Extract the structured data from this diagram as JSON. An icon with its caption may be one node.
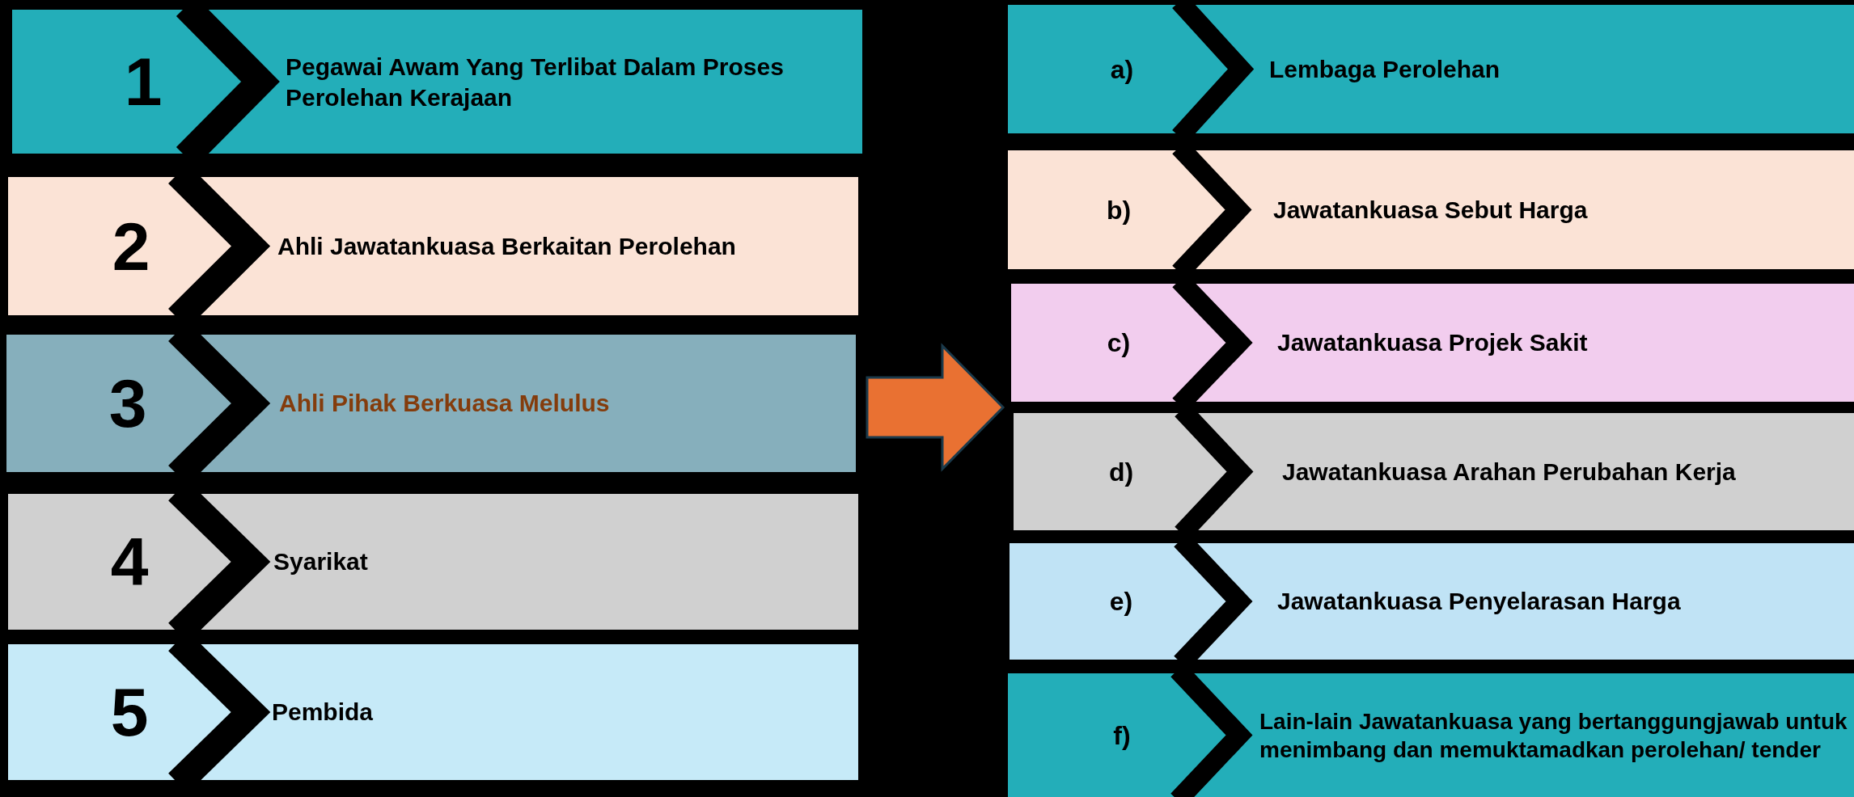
{
  "diagram": {
    "nodes": [
      {
        "text": [
          "1",
          "Pegawai Awam Yang Terlibat Dalam Proses Perolehan Kerajaan"
        ]
      },
      {
        "text": [
          "2",
          "Ahli Jawatankuasa Berkaitan Perolehan"
        ]
      },
      {
        "text": [
          "3",
          "Ahli Pihak Berkuasa Melulus"
        ]
      },
      {
        "text": [
          "4",
          "Syarikat"
        ]
      },
      {
        "text": [
          "5",
          "Pembida"
        ]
      },
      {
        "text": [
          "a)",
          "Lembaga Perolehan"
        ]
      },
      {
        "text": [
          "b)",
          "Jawatankuasa Sebut Harga"
        ]
      },
      {
        "text": [
          "c)",
          "Jawatankuasa Projek Sakit"
        ]
      },
      {
        "text": [
          "d)",
          "Jawatankuasa Arahan Perubahan Kerja"
        ]
      },
      {
        "text": [
          "e)",
          "Jawatankuasa Penyelarasan Harga"
        ]
      },
      {
        "text": [
          "f)",
          "Lain-lain Jawatankuasa yang bertanggungjawab untuk menimbang dan memuktamadkan perolehan/ tender"
        ]
      }
    ],
    "edges": [
      {
        "from": 2,
        "to": 7,
        "arrow": "to",
        "style": "thick",
        "color": "#e97132"
      }
    ]
  }
}
